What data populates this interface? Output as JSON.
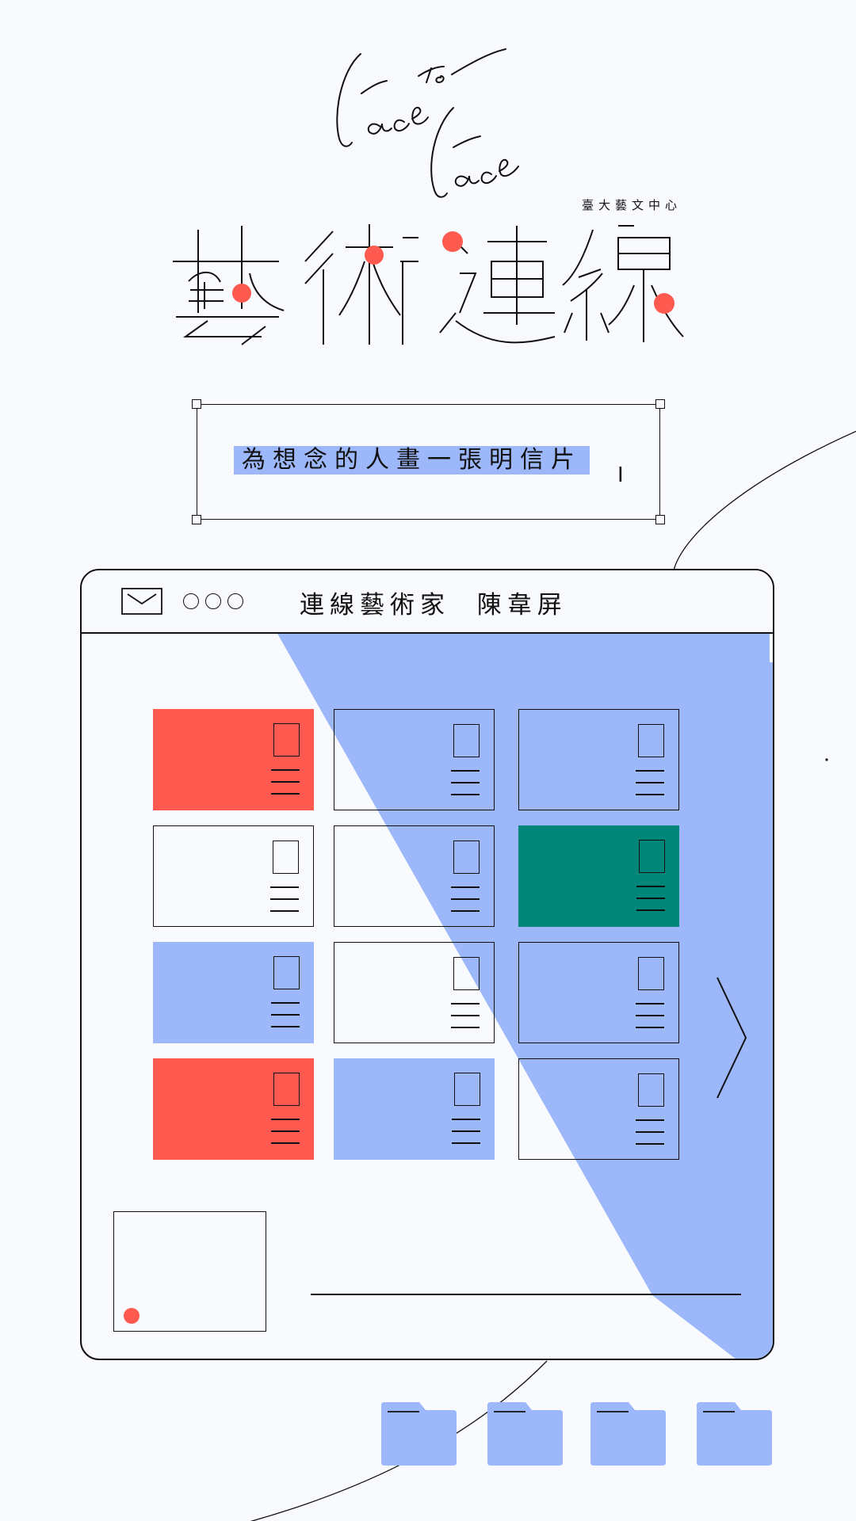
{
  "logo": {
    "script_text": "Face To Face",
    "title": "藝術連線",
    "org": "臺大藝文中心"
  },
  "subtitle": "為想念的人畫一張明信片",
  "window": {
    "title": "連線藝術家  陳韋屏"
  },
  "cards": [
    {
      "style": "red"
    },
    {
      "style": "outline"
    },
    {
      "style": "outline"
    },
    {
      "style": "outline"
    },
    {
      "style": "outline"
    },
    {
      "style": "teal"
    },
    {
      "style": "blue"
    },
    {
      "style": "outline"
    },
    {
      "style": "outline"
    },
    {
      "style": "red"
    },
    {
      "style": "blue"
    },
    {
      "style": "outline"
    }
  ],
  "icons": {
    "mail": "envelope-icon",
    "next": "chevron-right-icon",
    "folder": "folder-icon",
    "cursor": "text-cursor-icon"
  },
  "colors": {
    "background": "#f8fafd",
    "red": "#ff5a4f",
    "blue": "#9cb8fb",
    "teal": "#00877a",
    "line": "#111111"
  }
}
